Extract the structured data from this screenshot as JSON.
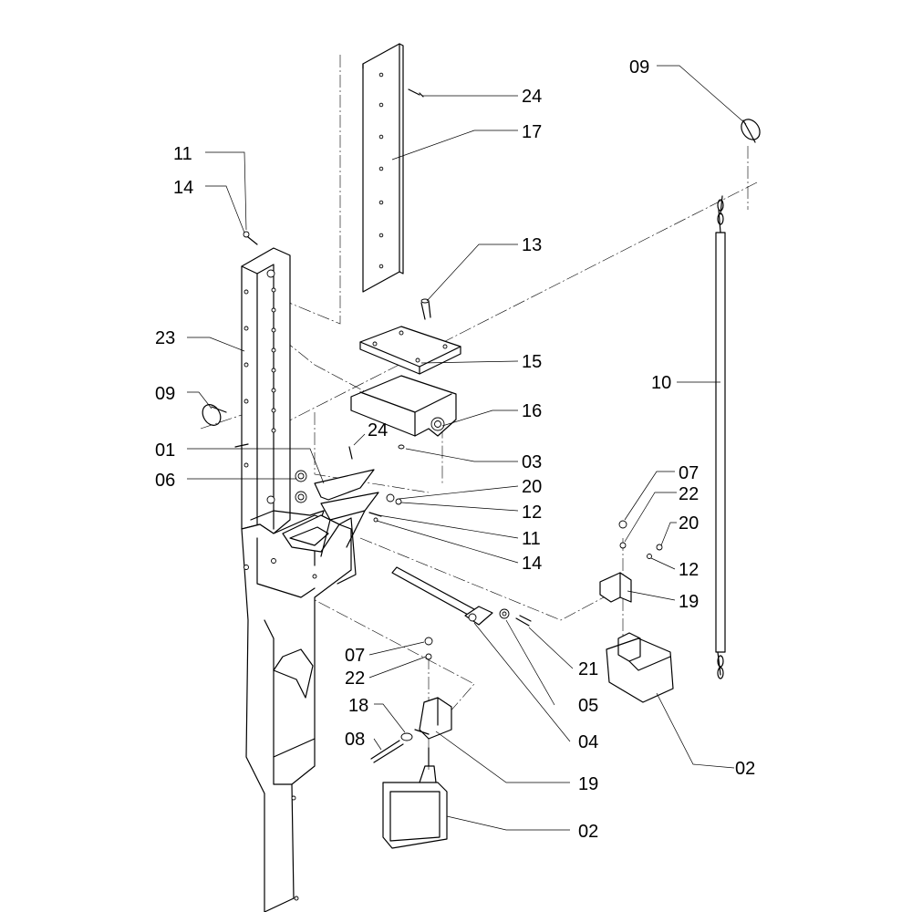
{
  "callouts": {
    "c24_top": "24",
    "c17": "17",
    "c09_top": "09",
    "c11_top": "11",
    "c14_top": "14",
    "c13": "13",
    "c23": "23",
    "c15": "15",
    "c10": "10",
    "c09_left": "09",
    "c16": "16",
    "c24_mid": "24",
    "c01": "01",
    "c03": "03",
    "c06": "06",
    "c20_a": "20",
    "c07_right": "07",
    "c22_right": "22",
    "c12_a": "12",
    "c20_b": "20",
    "c11_mid": "11",
    "c14_mid": "14",
    "c12_b": "12",
    "c19_right": "19",
    "c07_bottom": "07",
    "c21": "21",
    "c22_bottom": "22",
    "c05": "05",
    "c18": "18",
    "c04": "04",
    "c08": "08",
    "c02_right": "02",
    "c19_bottom": "19",
    "c02_bottom": "02"
  }
}
